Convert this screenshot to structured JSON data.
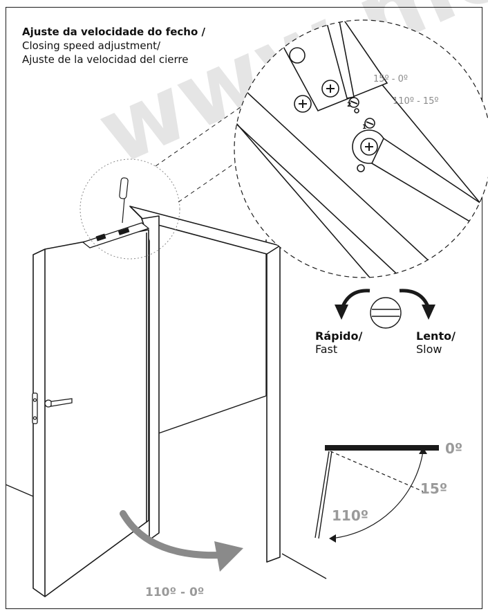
{
  "heading": {
    "line_pt": "Ajuste da velocidade do fecho /",
    "line_en": "Closing speed adjustment/",
    "line_es": "Ajuste de la velocidad del cierre"
  },
  "detail": {
    "valve2_label": "15º - 0º",
    "valve1_label": "110º - 15º",
    "valve2_number": "2",
    "valve1_number": "1"
  },
  "speed": {
    "fast_pt": "Rápido/",
    "fast_en": "Fast",
    "slow_pt": "Lento/",
    "slow_en": "Slow"
  },
  "angles": {
    "zero": "0º",
    "fifteen": "15º",
    "one_ten": "110º",
    "sweep": "110º - 0º"
  },
  "watermark": "www.mc"
}
